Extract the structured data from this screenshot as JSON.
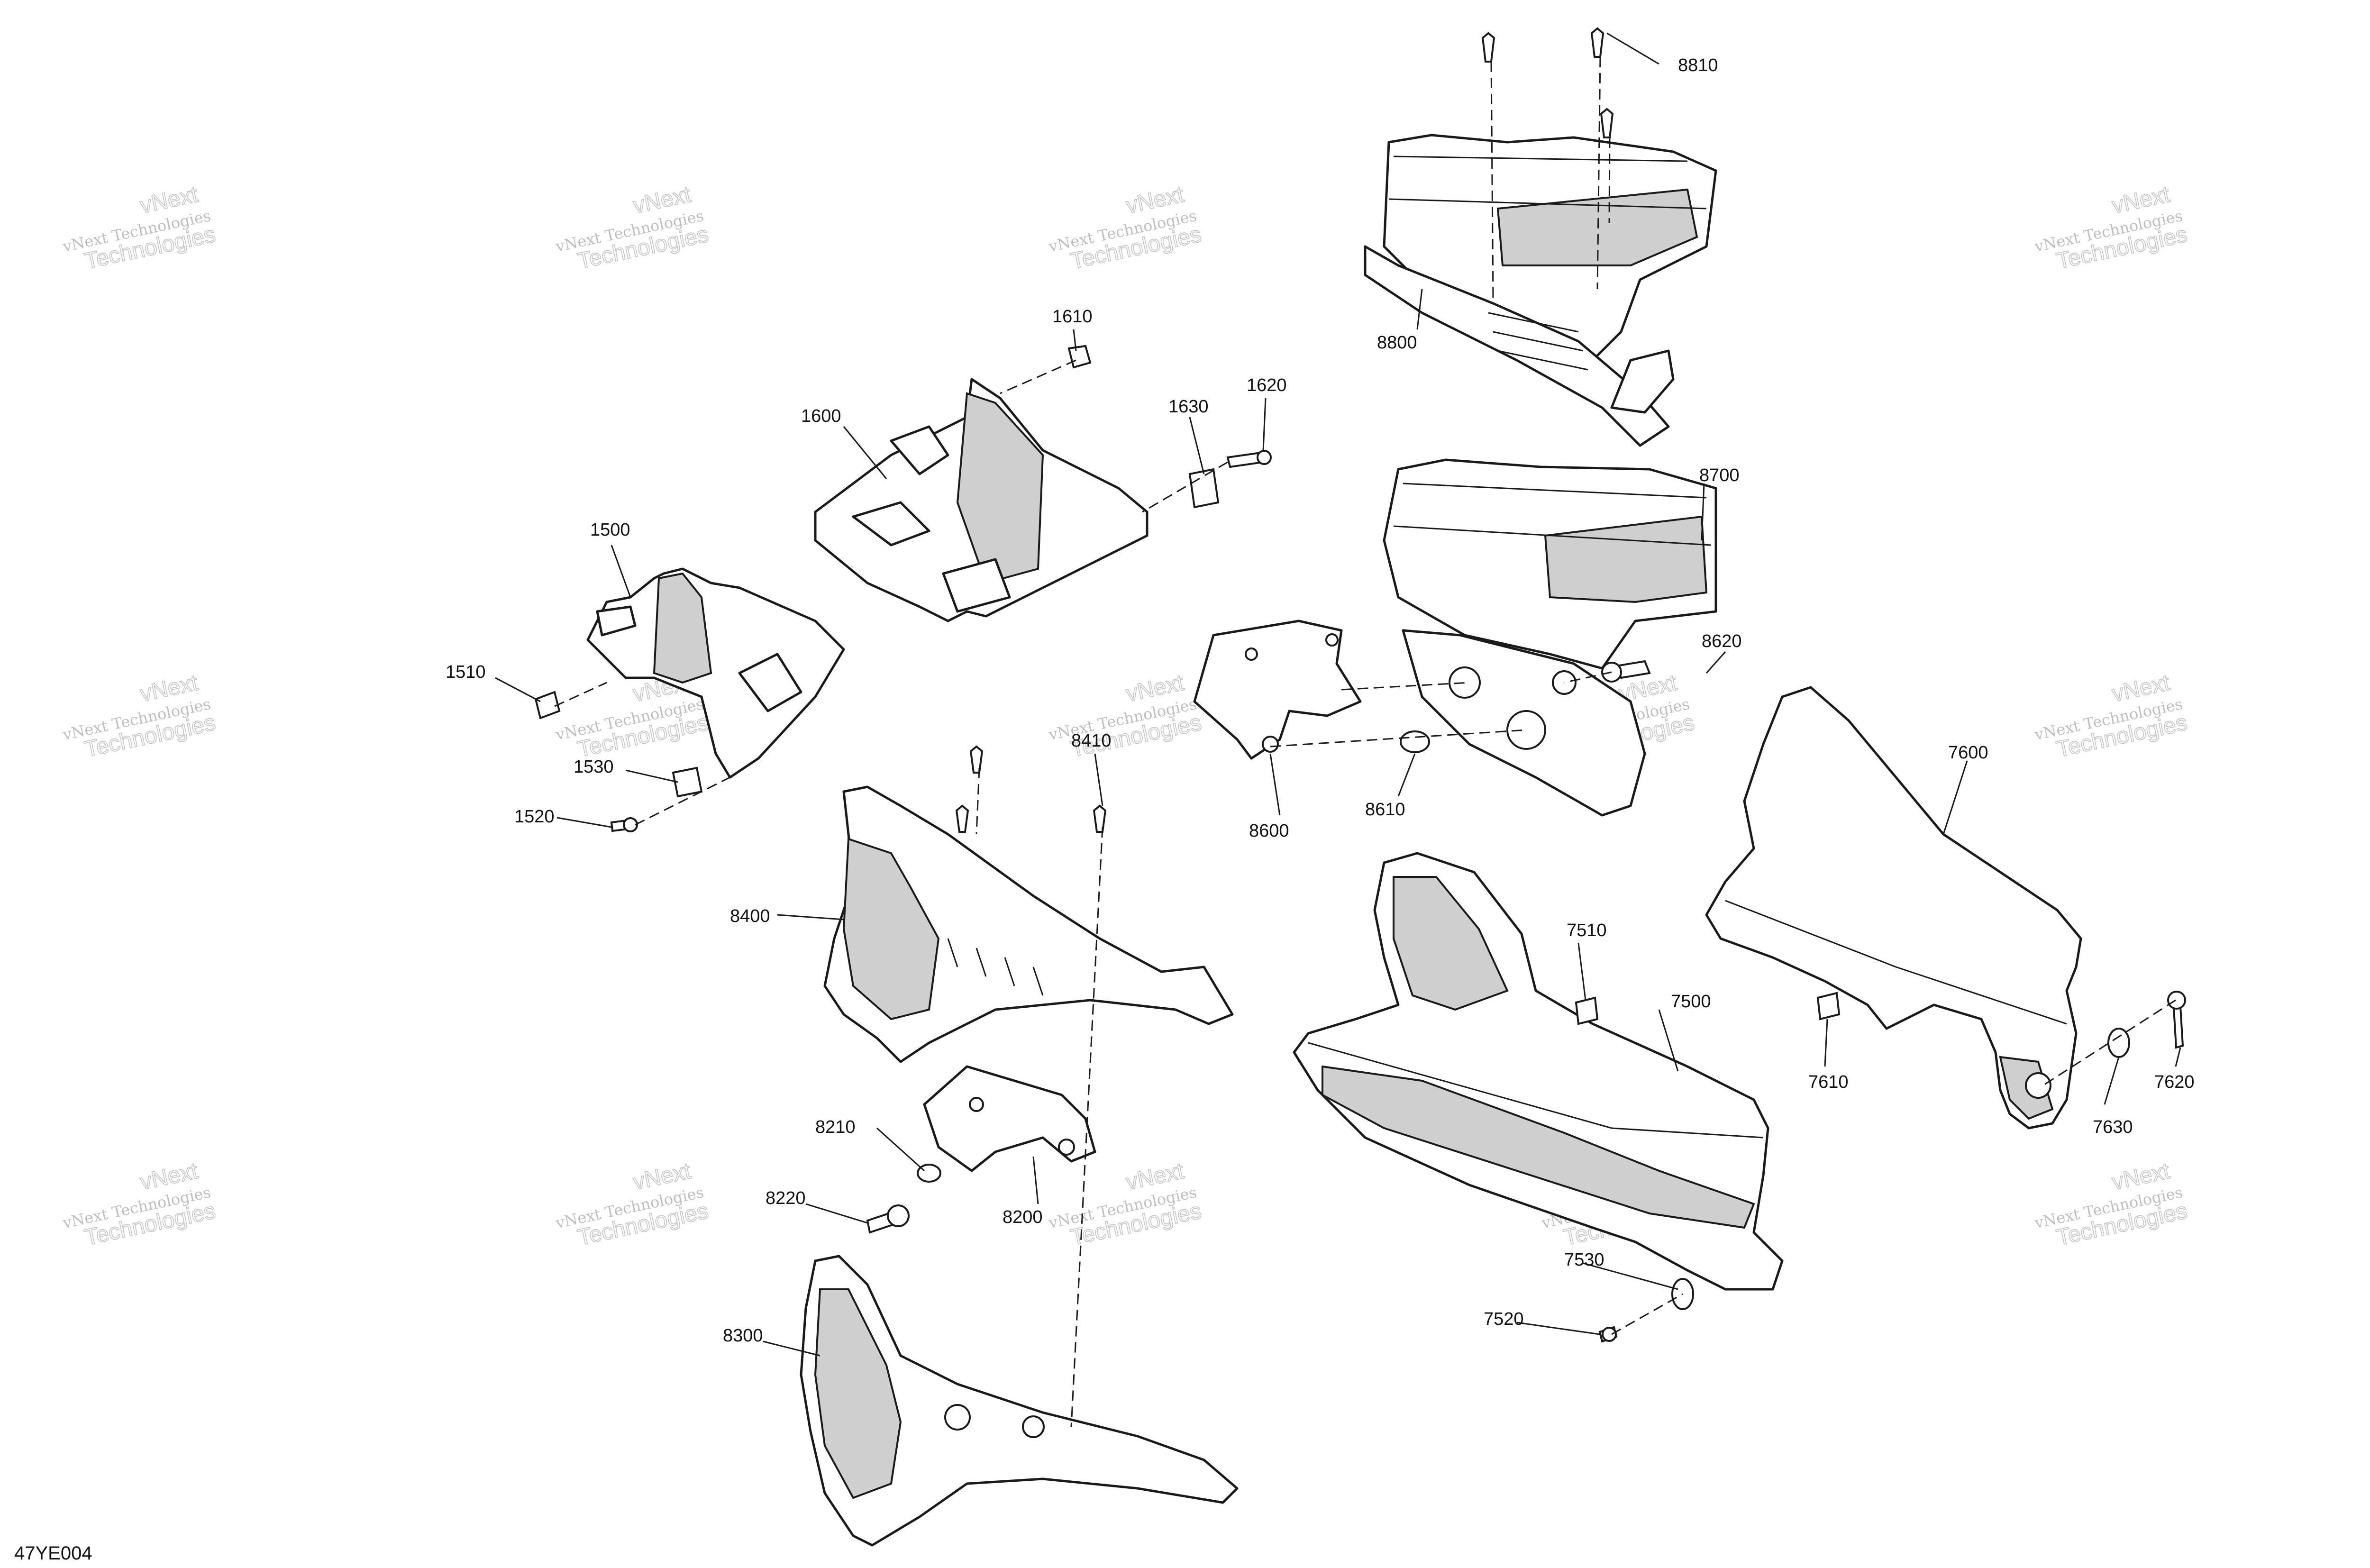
{
  "drawing_code": "47YE004",
  "watermark": {
    "line1": "vNext Technologies",
    "line2": "vNext",
    "line3": "Technologies"
  },
  "callouts": {
    "c1500": "1500",
    "c1510": "1510",
    "c1520": "1520",
    "c1530": "1530",
    "c1600": "1600",
    "c1610": "1610",
    "c1620": "1620",
    "c1630": "1630",
    "c7500": "7500",
    "c7510": "7510",
    "c7520": "7520",
    "c7530": "7530",
    "c7600": "7600",
    "c7610": "7610",
    "c7620": "7620",
    "c7630": "7630",
    "c8200": "8200",
    "c8210": "8210",
    "c8220": "8220",
    "c8300": "8300",
    "c8400": "8400",
    "c8410": "8410",
    "c8600": "8600",
    "c8610": "8610",
    "c8620": "8620",
    "c8700": "8700",
    "c8800": "8800",
    "c8810": "8810"
  },
  "colors": {
    "line": "#1a1a1a",
    "shade": "#cfcfcf",
    "watermark": "#8a8a8a"
  }
}
